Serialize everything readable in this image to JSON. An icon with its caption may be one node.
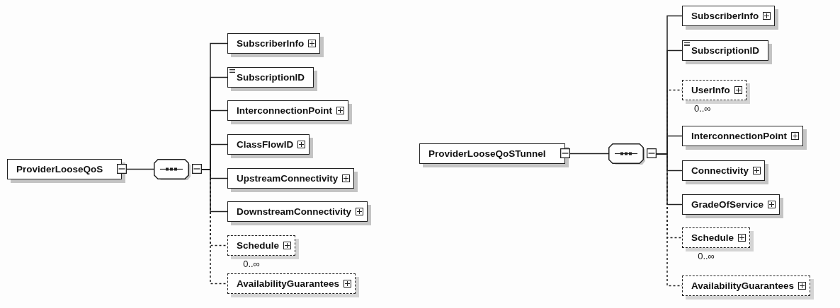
{
  "diagram": {
    "nodes": [
      {
        "text": [
          "ProviderLooseQoS"
        ]
      },
      {
        "text": [],
        "shape": "octagon"
      },
      {
        "text": [
          "SubscriberInfo"
        ]
      },
      {
        "text": [
          "SubscriptionID"
        ]
      },
      {
        "text": [
          "InterconnectionPoint"
        ]
      },
      {
        "text": [
          "ClassFlowID"
        ]
      },
      {
        "text": [
          "UpstreamConnectivity"
        ]
      },
      {
        "text": [
          "DownstreamConnectivity"
        ]
      },
      {
        "text": [
          "Schedule"
        ],
        "beside": [
          "0..∞"
        ]
      },
      {
        "text": [
          "AvailabilityGuarantees"
        ]
      },
      {
        "text": [
          "ProviderLooseQoSTunnel"
        ]
      },
      {
        "text": [],
        "shape": "octagon"
      },
      {
        "text": [
          "SubscriberInfo"
        ]
      },
      {
        "text": [
          "SubscriptionID"
        ]
      },
      {
        "text": [
          "UserInfo"
        ],
        "beside": [
          "0..∞"
        ]
      },
      {
        "text": [
          "InterconnectionPoint"
        ]
      },
      {
        "text": [
          "Connectivity"
        ]
      },
      {
        "text": [
          "GradeOfService"
        ]
      },
      {
        "text": [
          "Schedule"
        ],
        "beside": [
          "0..∞"
        ]
      },
      {
        "text": [
          "AvailabilityGuarantees"
        ]
      }
    ],
    "edges": [
      {
        "from": 0,
        "to": 1,
        "arrow": "none"
      },
      {
        "from": 1,
        "to": 2,
        "arrow": "none"
      },
      {
        "from": 1,
        "to": 3,
        "arrow": "none"
      },
      {
        "from": 1,
        "to": 4,
        "arrow": "none"
      },
      {
        "from": 1,
        "to": 5,
        "arrow": "none"
      },
      {
        "from": 1,
        "to": 6,
        "arrow": "none"
      },
      {
        "from": 1,
        "to": 7,
        "arrow": "none"
      },
      {
        "from": 1,
        "to": 8,
        "arrow": "none",
        "style": "dashed"
      },
      {
        "from": 1,
        "to": 9,
        "arrow": "none",
        "style": "dashed"
      },
      {
        "from": 10,
        "to": 11,
        "arrow": "none"
      },
      {
        "from": 11,
        "to": 12,
        "arrow": "none"
      },
      {
        "from": 11,
        "to": 13,
        "arrow": "none"
      },
      {
        "from": 11,
        "to": 14,
        "arrow": "none",
        "style": "dashed"
      },
      {
        "from": 11,
        "to": 15,
        "arrow": "none"
      },
      {
        "from": 11,
        "to": 16,
        "arrow": "none"
      },
      {
        "from": 11,
        "to": 17,
        "arrow": "none"
      },
      {
        "from": 11,
        "to": 18,
        "arrow": "none",
        "style": "dashed"
      },
      {
        "from": 11,
        "to": 19,
        "arrow": "none",
        "style": "dashed"
      }
    ]
  }
}
